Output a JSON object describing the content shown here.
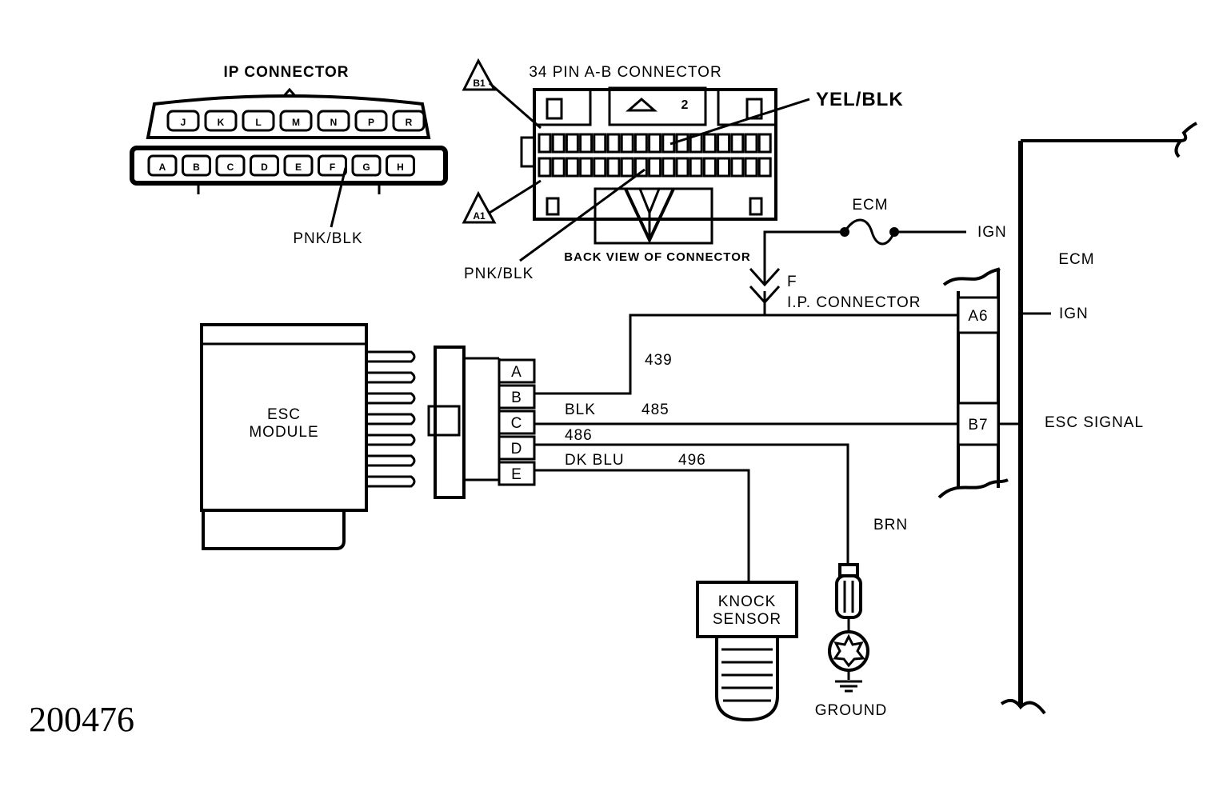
{
  "figure_number": "200476",
  "ip_connector": {
    "title": "IP CONNECTOR",
    "top_row_pins": [
      "J",
      "K",
      "L",
      "M",
      "N",
      "P",
      "R"
    ],
    "bottom_row_pins": [
      "A",
      "B",
      "C",
      "D",
      "E",
      "F",
      "G",
      "H"
    ],
    "wire_label": "PNK/BLK"
  },
  "ab_connector": {
    "title": "34 PIN A-B CONNECTOR",
    "marker_top": "B1",
    "marker_bottom": "A1",
    "latch_glyph": "2",
    "wire_label_top": "YEL/BLK",
    "wire_label_bottom": "PNK/BLK",
    "caption": "BACK VIEW OF CONNECTOR"
  },
  "fuse": {
    "label": "ECM",
    "source_label": "IGN"
  },
  "ip_junction": {
    "pin": "F",
    "label": "I.P. CONNECTOR"
  },
  "esc_module": {
    "label_line1": "ESC",
    "label_line2": "MODULE",
    "pins": [
      "A",
      "B",
      "C",
      "D",
      "E"
    ]
  },
  "wires": {
    "b_circuit": "439",
    "c_color": "BLK",
    "c_circuit": "485",
    "d_circuit": "486",
    "e_color": "DK BLU",
    "e_circuit": "496",
    "brn": "BRN"
  },
  "ecm_connector": {
    "pin_a6": "A6",
    "pin_b7": "B7"
  },
  "ecm_bus": {
    "title": "ECM",
    "ign": "IGN",
    "esc_signal": "ESC SIGNAL"
  },
  "knock_sensor": {
    "line1": "KNOCK",
    "line2": "SENSOR"
  },
  "ground": {
    "label": "GROUND"
  }
}
